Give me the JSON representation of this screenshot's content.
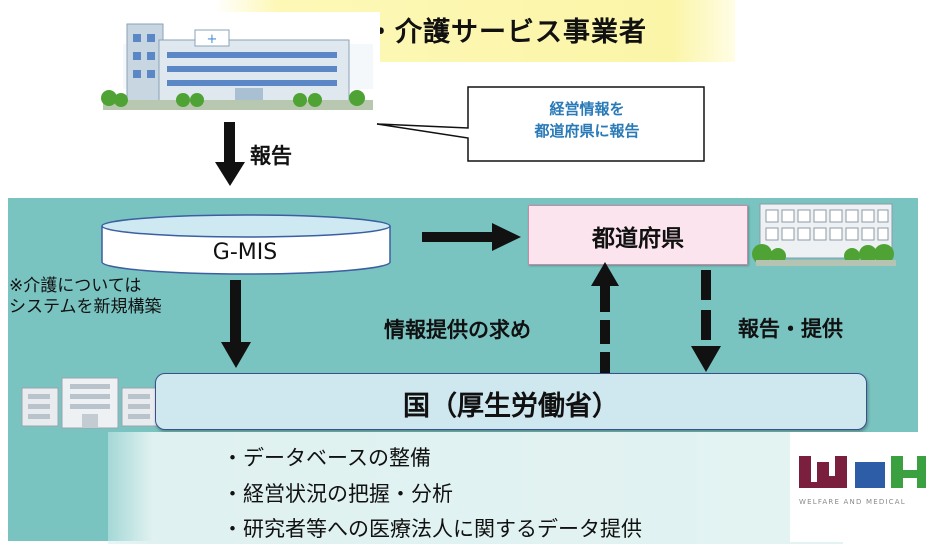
{
  "header": {
    "title": "医療法人・介護サービス事業者"
  },
  "callout": {
    "line1": "経営情報を",
    "line2": "都道府県に報告"
  },
  "arrows": {
    "report": "報告"
  },
  "gmis": {
    "label": "G-MIS"
  },
  "note": {
    "line1": "※介護については",
    "line2": "システムを新規構築"
  },
  "prefecture": {
    "label": "都道府県"
  },
  "flow": {
    "request": "情報提供の求め",
    "report_provide": "報告・提供"
  },
  "national": {
    "label": "国（厚生労働省）"
  },
  "bullets": [
    "・データベースの整備",
    "・経営状況の把握・分析",
    "・研究者等への医療法人に関するデータ提供"
  ],
  "logo": {
    "text": "WELFARE AND MEDICAL"
  }
}
